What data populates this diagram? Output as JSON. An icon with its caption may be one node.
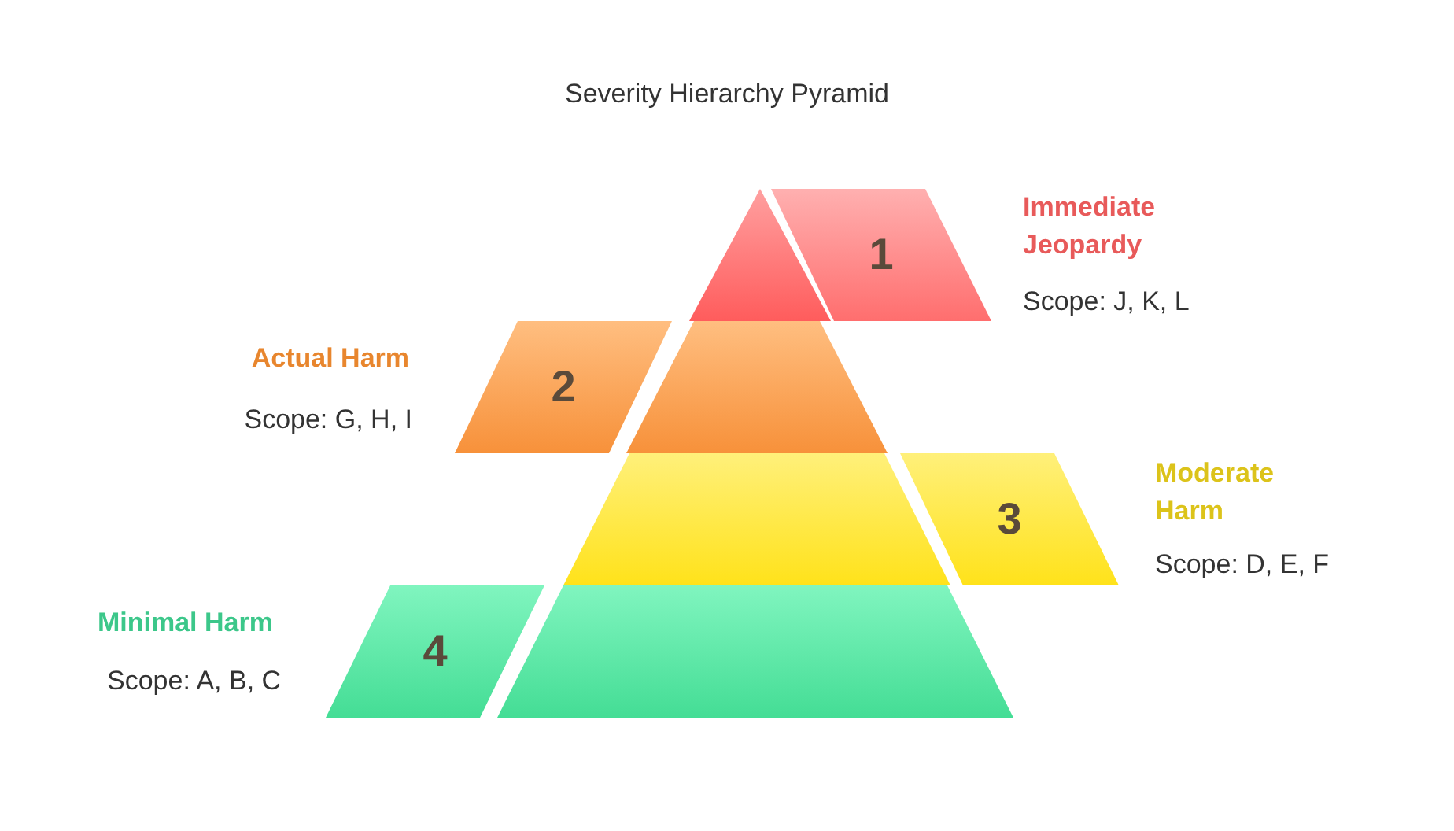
{
  "diagram": {
    "title": "Severity Hierarchy Pyramid",
    "nodes": [
      {
        "text": [],
        "shape": "triangle"
      },
      {
        "text": [],
        "shape": "trapezoid"
      },
      {
        "text": [],
        "shape": "trapezoid"
      },
      {
        "text": [],
        "shape": "trapezoid"
      },
      {
        "text": [
          "1"
        ],
        "beside": [
          "Immediate Jeopardy",
          "Scope: J, K, L"
        ]
      },
      {
        "text": [
          "2"
        ],
        "beside": [
          "Actual Harm",
          "Scope: G, H, I"
        ]
      },
      {
        "text": [
          "3"
        ],
        "beside": [
          "Moderate Harm",
          "Scope: D, E, F"
        ]
      },
      {
        "text": [
          "4"
        ],
        "beside": [
          "Minimal Harm",
          "Scope: A, B, C"
        ]
      }
    ],
    "edges": []
  }
}
